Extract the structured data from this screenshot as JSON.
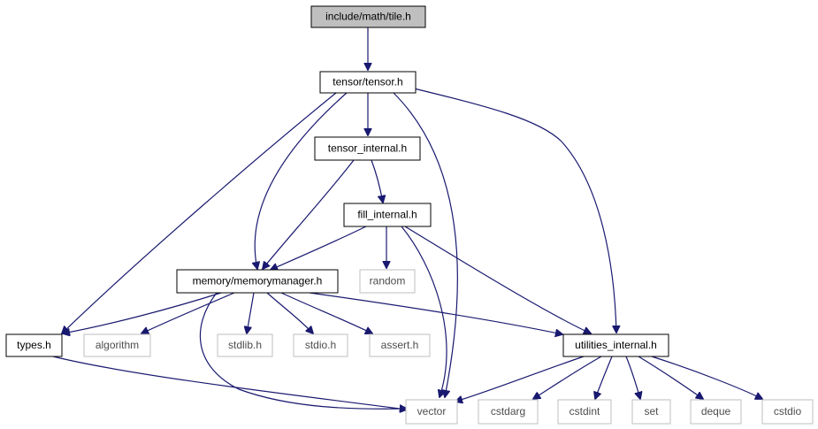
{
  "diagram": {
    "nodes": {
      "tile": "include/math/tile.h",
      "tensor": "tensor/tensor.h",
      "tensor_internal": "tensor_internal.h",
      "fill_internal": "fill_internal.h",
      "random": "random",
      "memorymanager": "memory/memorymanager.h",
      "types": "types.h",
      "algorithm": "algorithm",
      "stdlib": "stdlib.h",
      "stdio": "stdio.h",
      "assert": "assert.h",
      "utilities_internal": "utilities_internal.h",
      "vector": "vector",
      "cstdarg": "cstdarg",
      "cstdint": "cstdint",
      "set": "set",
      "deque": "deque",
      "cstdio": "cstdio"
    },
    "edges": [
      [
        "tile",
        "tensor"
      ],
      [
        "tensor",
        "tensor_internal"
      ],
      [
        "tensor",
        "types"
      ],
      [
        "tensor",
        "memorymanager"
      ],
      [
        "tensor",
        "vector"
      ],
      [
        "tensor",
        "utilities_internal"
      ],
      [
        "tensor_internal",
        "memorymanager"
      ],
      [
        "tensor_internal",
        "fill_internal"
      ],
      [
        "fill_internal",
        "memorymanager"
      ],
      [
        "fill_internal",
        "random"
      ],
      [
        "fill_internal",
        "vector"
      ],
      [
        "fill_internal",
        "utilities_internal"
      ],
      [
        "memorymanager",
        "types"
      ],
      [
        "memorymanager",
        "algorithm"
      ],
      [
        "memorymanager",
        "stdlib"
      ],
      [
        "memorymanager",
        "stdio"
      ],
      [
        "memorymanager",
        "assert"
      ],
      [
        "memorymanager",
        "vector"
      ],
      [
        "memorymanager",
        "utilities_internal"
      ],
      [
        "types",
        "vector"
      ],
      [
        "utilities_internal",
        "vector"
      ],
      [
        "utilities_internal",
        "cstdarg"
      ],
      [
        "utilities_internal",
        "cstdint"
      ],
      [
        "utilities_internal",
        "set"
      ],
      [
        "utilities_internal",
        "deque"
      ],
      [
        "utilities_internal",
        "cstdio"
      ]
    ],
    "colors": {
      "edge": "#191970",
      "root_fill": "#bfbfbf",
      "project_border": "#000000",
      "system_border": "#bfbfbf"
    }
  }
}
